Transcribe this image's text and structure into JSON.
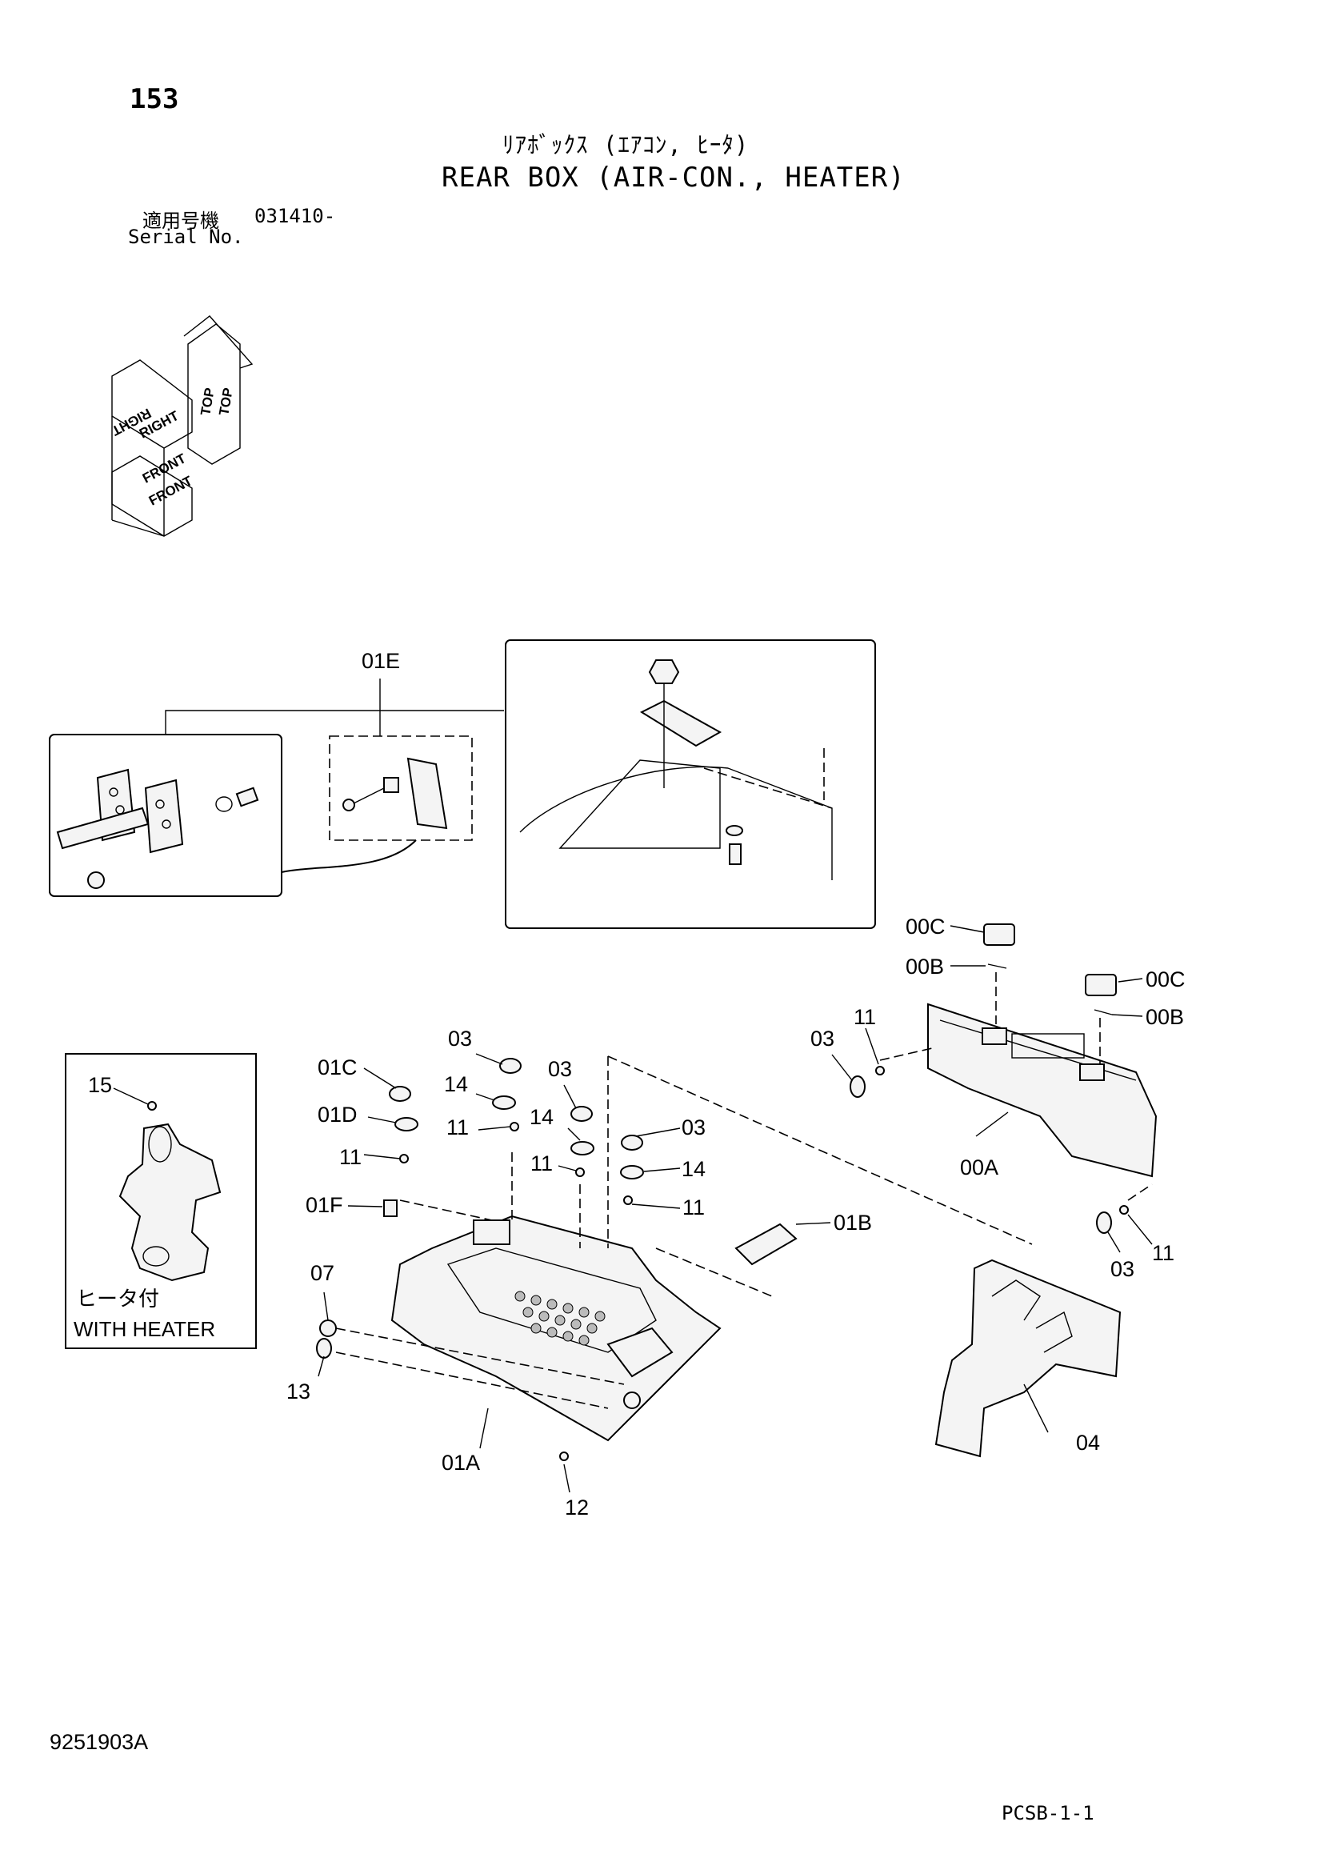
{
  "header": {
    "page_number": "153",
    "title_jp": "ﾘｱﾎﾞｯｸｽ (ｴｱｺﾝ, ﾋｰﾀ)",
    "title_en": "REAR BOX (AIR-CON., HEATER)",
    "serial_label_jp": "適用号機",
    "serial_value": "031410-",
    "serial_label_en": "Serial No."
  },
  "orientation": [
    "TOP",
    "RIGHT",
    "FRONT"
  ],
  "part_labels": {
    "l01E": "01E",
    "l00C_top": "00C",
    "l00B_top": "00B",
    "l00C_right": "00C",
    "l00B_right": "00B",
    "l03_a": "03",
    "l11_a": "11",
    "l00A": "00A",
    "l03_b": "03",
    "l03_c": "03",
    "l01C": "01C",
    "l14_a": "14",
    "l01D": "01D",
    "l11_b": "11",
    "l14_b": "14",
    "l03_d": "03",
    "l11_c": "11",
    "l11_d": "11",
    "l14_c": "14",
    "l01F": "01F",
    "l11_e": "11",
    "l01B": "01B",
    "l11_f": "11",
    "l03_e": "03",
    "l07": "07",
    "l13": "13",
    "l01A": "01A",
    "l12": "12",
    "l04": "04",
    "l15": "15"
  },
  "heater_box": {
    "label_jp": "ヒータ付",
    "label_en": "WITH HEATER"
  },
  "footer": {
    "doc_number": "9251903A",
    "page_code": "PCSB-1-1"
  }
}
